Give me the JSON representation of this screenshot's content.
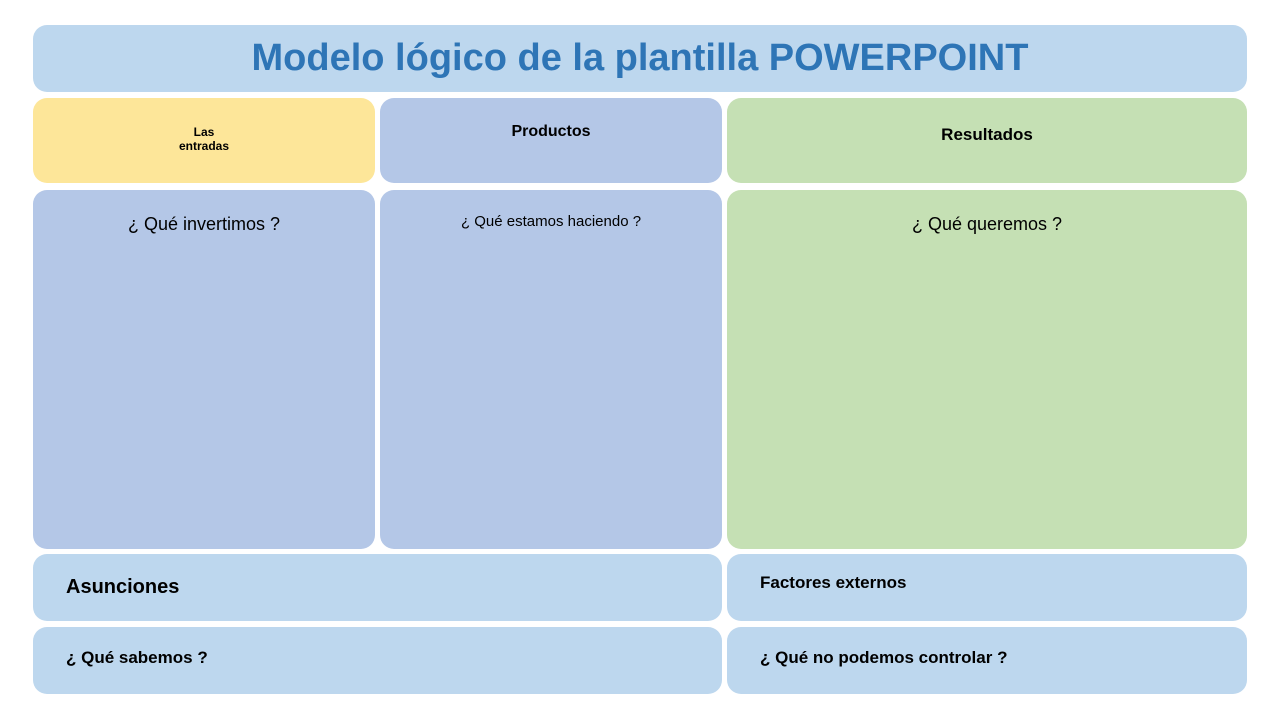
{
  "title": "Modelo lógico de la plantilla POWERPOINT",
  "columns": [
    {
      "header_line1": "Las",
      "header_line2": "entradas",
      "question": "¿ Qué invertimos ?"
    },
    {
      "header": "Productos",
      "question": "¿ Qué estamos haciendo ?"
    },
    {
      "header": "Resultados",
      "question": "¿ Qué queremos ?"
    }
  ],
  "assumptions": {
    "label": "Asunciones",
    "question": "¿ Qué sabemos ?"
  },
  "external": {
    "label": "Factores externos",
    "question": "¿ Qué no podemos controlar ?"
  },
  "colors": {
    "title_text": "#2e75b6",
    "light_blue": "#bdd7ee",
    "blue": "#b4c7e7",
    "yellow": "#fde699",
    "green": "#c5e0b4"
  }
}
